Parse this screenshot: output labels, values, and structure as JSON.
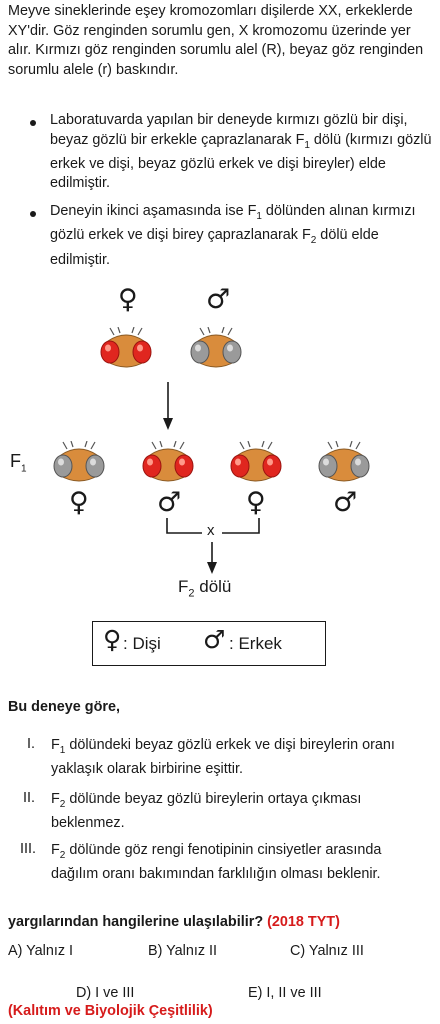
{
  "intro": "Meyve sineklerinde eşey kromozomları dişilerde XX, erkeklerde XY'dir. Göz renginden sorumlu gen, X kromozomu üzerinde yer alır. Kırmızı göz renginden sorumlu alel (R), beyaz göz renginden sorumlu alele (r) baskındır.",
  "bullets": [
    {
      "a": "Laboratuvarda yapılan bir deneyde kırmızı gözlü bir dişi, beyaz gözlü bir erkekle çaprazlanarak F",
      "sub": "1",
      "b": " dölü (kırmızı gözlü erkek ve dişi, beyaz gözlü erkek ve dişi bireyler) elde edilmiştir."
    },
    {
      "a": "Deneyin ikinci aşamasında ise F",
      "sub": "1",
      "b": " dölünden alınan kırmızı gözlü erkek ve dişi birey çaprazlanarak F",
      "sub2": "2",
      "c": " dölü elde edilmiştir."
    }
  ],
  "diagram": {
    "female_symbol": "♀",
    "male_symbol": "♂",
    "f1_label": "F",
    "f1_sub": "1",
    "cross_mark": "x",
    "f2_label": "F",
    "f2_sub": "2",
    "f2_word": " dölü",
    "eye_colors": {
      "red": "#e0261f",
      "white": "#9a9a9a",
      "body": "#d98c3c"
    },
    "parents": [
      {
        "sex": "female",
        "eye": "red"
      },
      {
        "sex": "male",
        "eye": "white"
      }
    ],
    "f1": [
      {
        "sex": "female",
        "eye": "white"
      },
      {
        "sex": "male",
        "eye": "red"
      },
      {
        "sex": "female",
        "eye": "red"
      },
      {
        "sex": "male",
        "eye": "white"
      }
    ],
    "legend": {
      "female": ": Dişi",
      "male": ": Erkek"
    }
  },
  "question_head": "Bu deneye göre,",
  "statements": [
    {
      "num": "I.",
      "a": "F",
      "sub": "1",
      "b": " dölündeki beyaz gözlü erkek ve dişi bireylerin oranı yaklaşık olarak birbirine eşittir."
    },
    {
      "num": "II.",
      "a": "F",
      "sub": "2",
      "b": " dölünde beyaz gözlü bireylerin ortaya çıkması beklenmez."
    },
    {
      "num": "III.",
      "a": "F",
      "sub": "2",
      "b": " dölünde göz rengi fenotipinin cinsiyetler arasında dağılım oranı bakımından farklılığın olması beklenir."
    }
  ],
  "question_ask": "yargılarından hangilerine ulaşılabilir?",
  "source": "(2018 TYT)",
  "options": {
    "A": "A) Yalnız I",
    "B": "B) Yalnız II",
    "C": "C) Yalnız III",
    "D": "D) I ve III",
    "E": "E) I, II ve III"
  },
  "topic": "(Kalıtım ve Biyolojik Çeşitlilik)"
}
